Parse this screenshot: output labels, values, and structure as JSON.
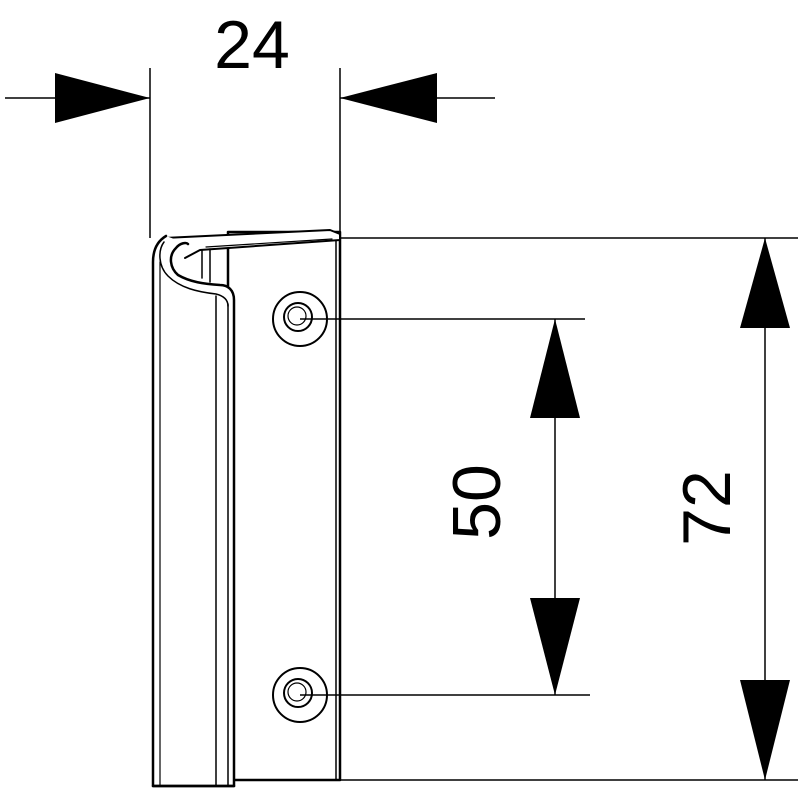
{
  "drawing": {
    "line_color": "#000000",
    "background": "#ffffff",
    "dimensions": {
      "width_label": "24",
      "hole_spacing_label": "50",
      "height_label": "72"
    }
  }
}
